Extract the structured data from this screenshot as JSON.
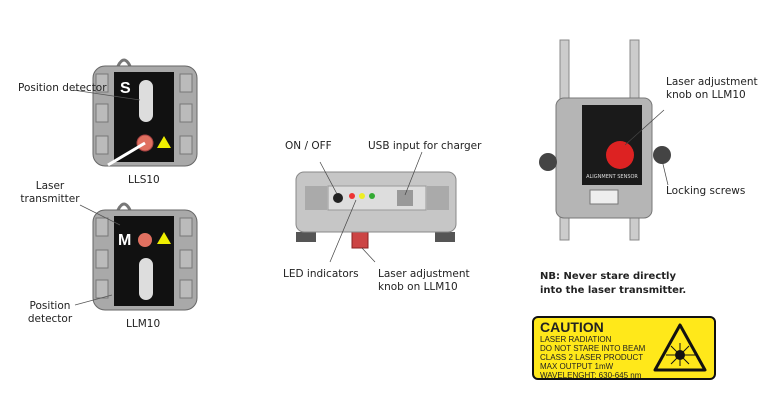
{
  "lls10": {
    "name": "LLS10",
    "letter": "S",
    "label_detector": "Position detector"
  },
  "llm10": {
    "name": "LLM10",
    "letter": "M",
    "label_transmitter": "Laser transmitter",
    "label_detector": "Position detector"
  },
  "center": {
    "on_off": "ON / OFF",
    "usb": "USB input for charger",
    "led": "LED indicators",
    "knob": "Laser adjustment knob on LLM10"
  },
  "right": {
    "knob": "Laser adjustment knob on LLM10",
    "screws": "Locking screws",
    "sensor_text": "ALIGNMENT SENSOR"
  },
  "note": "NB: Never stare directly into the laser transmitter.",
  "caution": {
    "title": "CAUTION",
    "lines": [
      "LASER RADIATION",
      "DO NOT STARE INTO BEAM",
      "CLASS 2 LASER PRODUCT",
      "MAX OUTPUT 1mW",
      "WAVELENGHT: 630-645 nm"
    ]
  }
}
